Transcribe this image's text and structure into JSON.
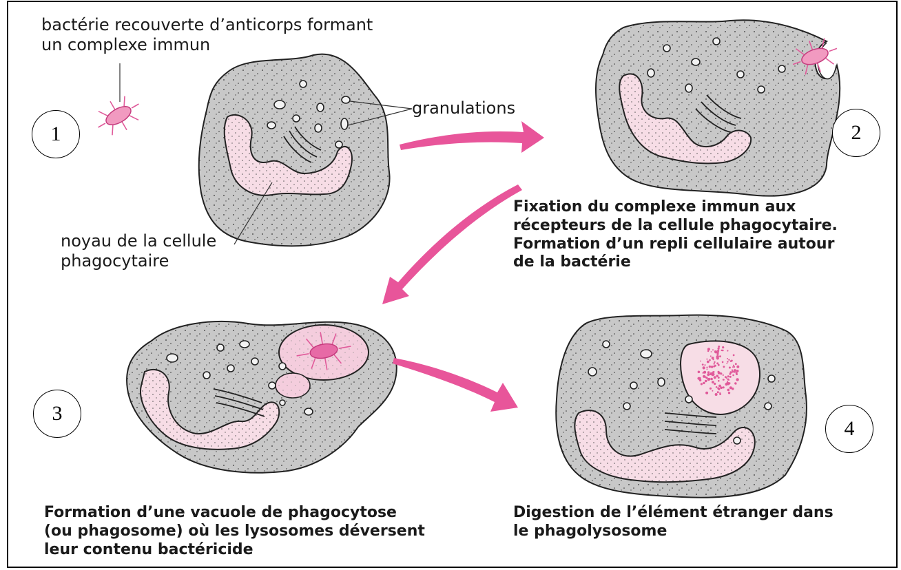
{
  "labels": {
    "bacterium": [
      "bactérie recouverte d’anticorps formant",
      "un complexe immun"
    ],
    "granules": "granulations",
    "nucleus": [
      "noyau de la cellule",
      "phagocytaire"
    ]
  },
  "steps": [
    {
      "number": "1"
    },
    {
      "number": "2",
      "caption": [
        "Fixation du complexe immun aux",
        "récepteurs de la cellule phagocytaire.",
        "Formation d’un repli cellulaire autour",
        "de la bactérie"
      ]
    },
    {
      "number": "3",
      "caption": [
        "Formation d’une vacuole de phagocytose",
        "(ou phagosome) où les lysosomes déversent",
        "leur contenu bactéricide"
      ]
    },
    {
      "number": "4",
      "caption": [
        "Digestion de l’élément étranger dans",
        "le phagolysosome"
      ]
    }
  ],
  "colors": {
    "cell_fill": "#c8c8c8",
    "nucleus_fill": "#f7dde6",
    "arrow": "#e8559a",
    "bacteria": "#e05a9a"
  }
}
